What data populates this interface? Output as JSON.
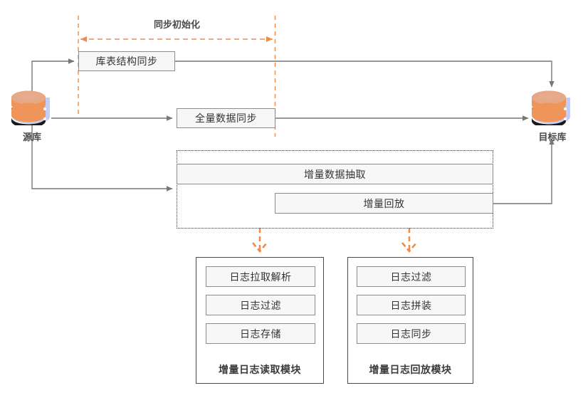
{
  "diagram": {
    "title_label": "同步初始化",
    "colors": {
      "accent_orange": "#f08c4a",
      "line_gray": "#777777",
      "box_fill": "#f7f7f7",
      "box_border": "#8c8c8c",
      "module_border": "#4a4a4a",
      "text": "#333333",
      "db_body": "#bcc6f5",
      "db_band": "#f0955a"
    },
    "databases": [
      {
        "name": "source-database",
        "label": "源库"
      },
      {
        "name": "target-database",
        "label": "目标库"
      }
    ],
    "process_boxes": [
      {
        "name": "schema-sync-box",
        "label": "库表结构同步"
      },
      {
        "name": "full-data-sync-box",
        "label": "全量数据同步"
      },
      {
        "name": "incremental-extract-box",
        "label": "增量数据抽取"
      },
      {
        "name": "incremental-replay-box",
        "label": "增量回放"
      }
    ],
    "modules": [
      {
        "name": "incremental-log-read-module",
        "title": "增量日志读取模块",
        "items": [
          {
            "label": "日志拉取解析"
          },
          {
            "label": "日志过滤"
          },
          {
            "label": "日志存储"
          }
        ]
      },
      {
        "name": "incremental-log-replay-module",
        "title": "增量日志回放模块",
        "items": [
          {
            "label": "日志过滤"
          },
          {
            "label": "日志拼装"
          },
          {
            "label": "日志同步"
          }
        ]
      }
    ]
  }
}
